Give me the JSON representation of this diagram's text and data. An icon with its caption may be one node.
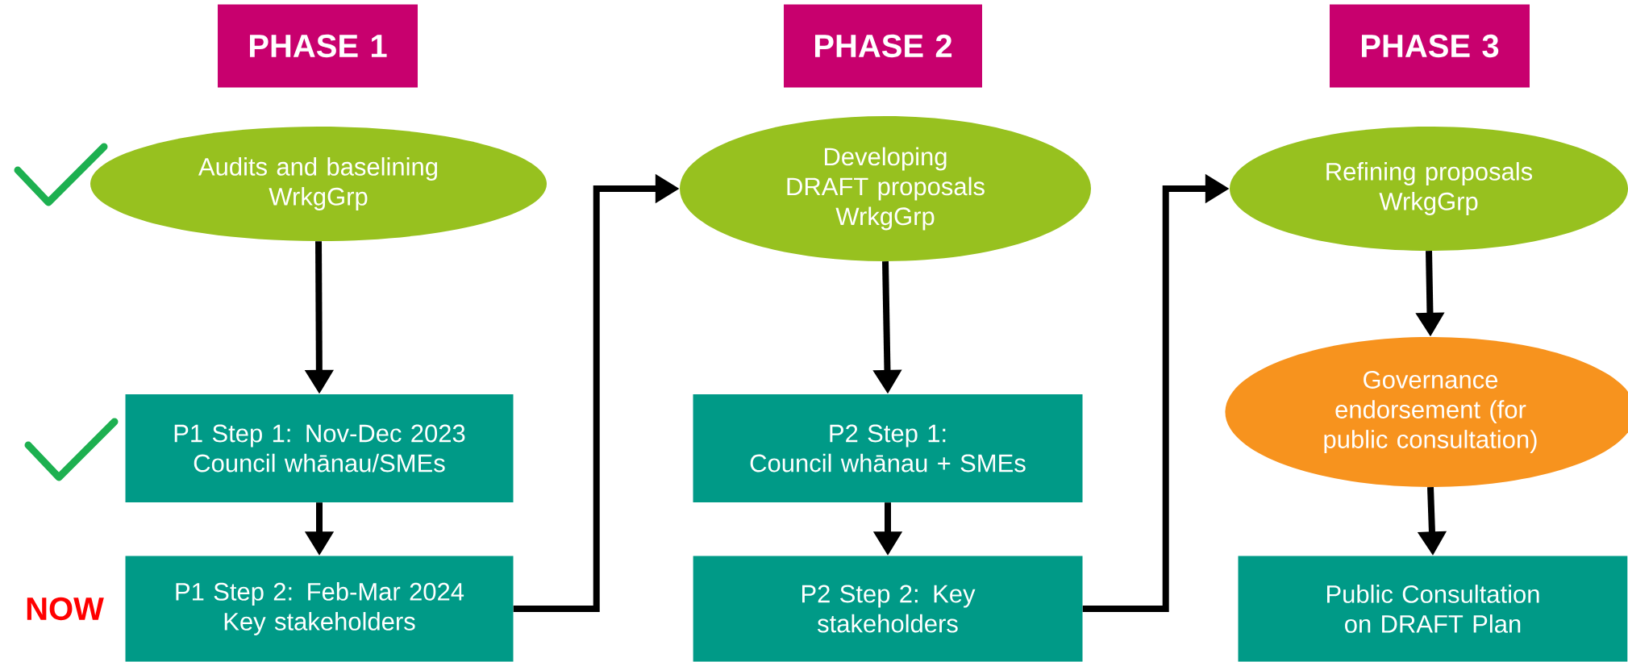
{
  "diagram": {
    "nodes": [
      {
        "text": [
          "PHASE 1"
        ]
      },
      {
        "text": [
          "Audits and baselining",
          "WrkgGrp"
        ]
      },
      {
        "text": [
          "P1 Step 1: Nov-Dec 2023",
          "Council whānau/SMEs"
        ]
      },
      {
        "text": [
          "P1 Step 2: Feb-Mar 2024",
          "Key stakeholders"
        ]
      },
      {
        "text": [
          "PHASE 2"
        ]
      },
      {
        "text": [
          "Developing DRAFT proposals",
          "WrkgGrp"
        ]
      },
      {
        "text": [
          "P2 Step 1:",
          "Council whānau + SMEs"
        ]
      },
      {
        "text": [
          "P2 Step 2: Key stakeholders"
        ]
      },
      {
        "text": [
          "PHASE 3"
        ]
      },
      {
        "text": [
          "Refining proposals",
          "WrkgGrp"
        ]
      },
      {
        "text": [
          "Governance endorsement (for public consultation)"
        ]
      },
      {
        "text": [
          "Public Consultation on DRAFT Plan"
        ]
      }
    ],
    "edges": [
      {
        "from": 1,
        "to": 2,
        "arrow": "to"
      },
      {
        "from": 2,
        "to": 3,
        "arrow": "to"
      },
      {
        "from": 3,
        "to": 5,
        "arrow": "to"
      },
      {
        "from": 5,
        "to": 6,
        "arrow": "to"
      },
      {
        "from": 6,
        "to": 7,
        "arrow": "to"
      },
      {
        "from": 7,
        "to": 9,
        "arrow": "to"
      },
      {
        "from": 9,
        "to": 10,
        "arrow": "to"
      },
      {
        "from": 10,
        "to": 11,
        "arrow": "to"
      }
    ],
    "labels": [
      "NOW"
    ]
  }
}
